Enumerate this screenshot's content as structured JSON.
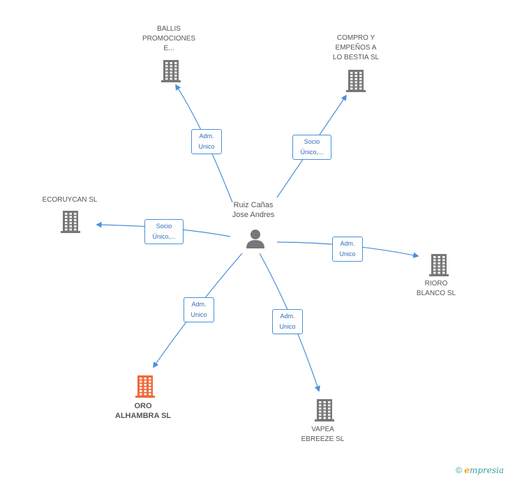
{
  "center": {
    "name": "Ruiz Cañas\nJose Andres"
  },
  "nodes": [
    {
      "id": "ballis",
      "label": "BALLIS\nPROMOCIONES\nE...",
      "main": false
    },
    {
      "id": "compro",
      "label": "COMPRO Y\nEMPEÑOS A\nLO BESTIA  SL",
      "main": false
    },
    {
      "id": "ecoruycan",
      "label": "ECORUYCAN SL",
      "main": false
    },
    {
      "id": "rioro",
      "label": "RIORO\nBLANCO SL",
      "main": false
    },
    {
      "id": "oro",
      "label": "ORO\nALHAMBRA SL",
      "main": true
    },
    {
      "id": "vapea",
      "label": "VAPEA\nEBREEZE  SL",
      "main": false
    }
  ],
  "edges": [
    {
      "to": "ballis",
      "label": "Adm.\nUnico"
    },
    {
      "to": "compro",
      "label": "Socio\nÚnico,..."
    },
    {
      "to": "ecoruycan",
      "label": "Socio\nÚnico,..."
    },
    {
      "to": "rioro",
      "label": "Adm.\nUnico"
    },
    {
      "to": "oro",
      "label": "Adm.\nUnico"
    },
    {
      "to": "vapea",
      "label": "Adm.\nUnico"
    }
  ],
  "colors": {
    "edge": "#4a8fd8",
    "building": "#777777",
    "building_main": "#f06a3a"
  },
  "footer": {
    "copyright": "©",
    "brand_initial": "e",
    "brand_rest": "mpresia"
  }
}
